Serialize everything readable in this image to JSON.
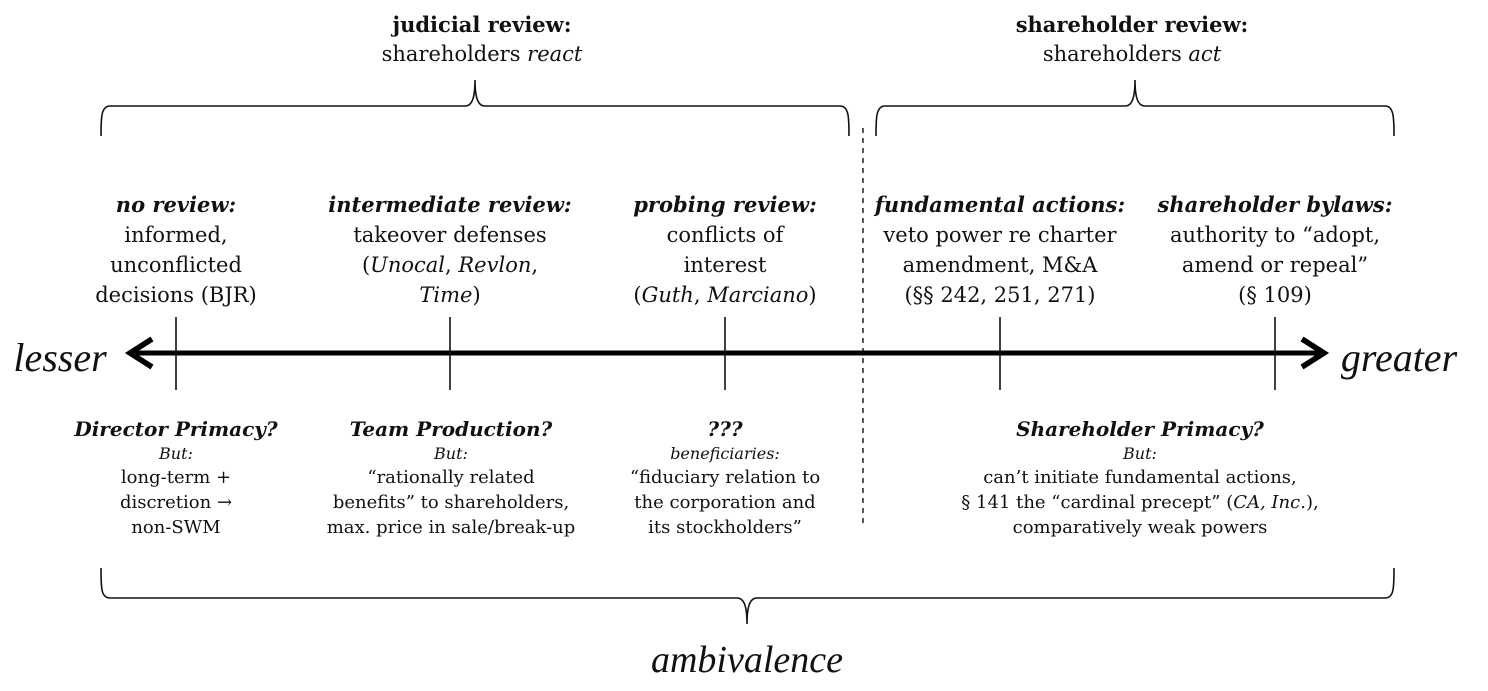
{
  "top": {
    "judicial": {
      "title": "judicial review:",
      "sub_pre": "shareholders ",
      "sub_em": "react"
    },
    "shareholder": {
      "title": "shareholder review:",
      "sub_pre": "shareholders ",
      "sub_em": "act"
    }
  },
  "axis": {
    "left_label": "lesser",
    "right_label": "greater"
  },
  "columns": [
    {
      "title": "no review:",
      "l1": "informed,",
      "l2": "unconflicted",
      "l3": "decisions (BJR)"
    },
    {
      "title": "intermediate review:",
      "l1": "takeover defenses",
      "l2_open": "(",
      "l2_c1": "Unocal",
      "l2_sep": ", ",
      "l2_c2": "Revlon",
      "l2_close": ",",
      "l3_c1": "Time",
      "l3_close": ")"
    },
    {
      "title": "probing review:",
      "l1": "conflicts of",
      "l2": "interest",
      "l3_open": "(",
      "l3_c1": "Guth",
      "l3_sep": ", ",
      "l3_c2": "Marciano",
      "l3_close": ")"
    },
    {
      "title": "fundamental actions:",
      "l1": "veto power re charter",
      "l2": "amendment, M&A",
      "l3": "(§§ 242, 251, 271)"
    },
    {
      "title": "shareholder bylaws:",
      "l1": "authority to “adopt,",
      "l2": "amend or repeal”",
      "l3": "(§ 109)"
    }
  ],
  "theories": [
    {
      "title": "Director Primacy?",
      "but": "But:",
      "l1": "long-term +",
      "l2": "discretion →",
      "l3": "non-SWM"
    },
    {
      "title": "Team Production?",
      "but": "But:",
      "l1": "“rationally related",
      "l2": "benefits” to shareholders,",
      "l3": "max. price in sale/break-up"
    },
    {
      "title": "???",
      "but": "beneficiaries:",
      "l1": "“fiduciary relation to",
      "l2": "the corporation and",
      "l3": "its stockholders”"
    },
    {
      "title": "Shareholder Primacy?",
      "but": "But:",
      "l1": "can’t initiate fundamental actions,",
      "l2_pre": "§ 141 the “cardinal precept” (",
      "l2_em": "CA, Inc.",
      "l2_post": "),",
      "l3": "comparatively weak powers"
    }
  ],
  "bottom": {
    "label": "ambivalence"
  }
}
